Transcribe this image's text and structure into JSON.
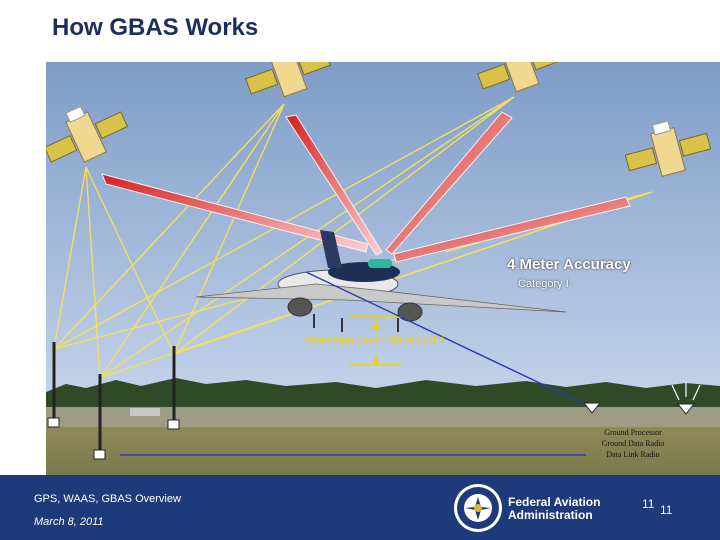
{
  "title": "How GBAS Works",
  "labels": {
    "accuracy": "4 Meter Accuracy",
    "category": "Category I",
    "protection": "Protection Level=10 m CAT I"
  },
  "ground_station": {
    "lines": [
      "Ground Processor",
      "Ground Data Radio",
      "Data Link Radio"
    ]
  },
  "footer": {
    "subtitle": "GPS, WAAS, GBAS Overview",
    "date": "March 8, 2011",
    "agency_line1": "Federal Aviation",
    "agency_line2": "Administration",
    "page_a": "11",
    "page_b": "11"
  },
  "colors": {
    "footer_bg": "#1f3a7a",
    "signal_red": "#d42020",
    "signal_yellow": "#f0e060",
    "datalink_blue": "#2a3bb0"
  }
}
